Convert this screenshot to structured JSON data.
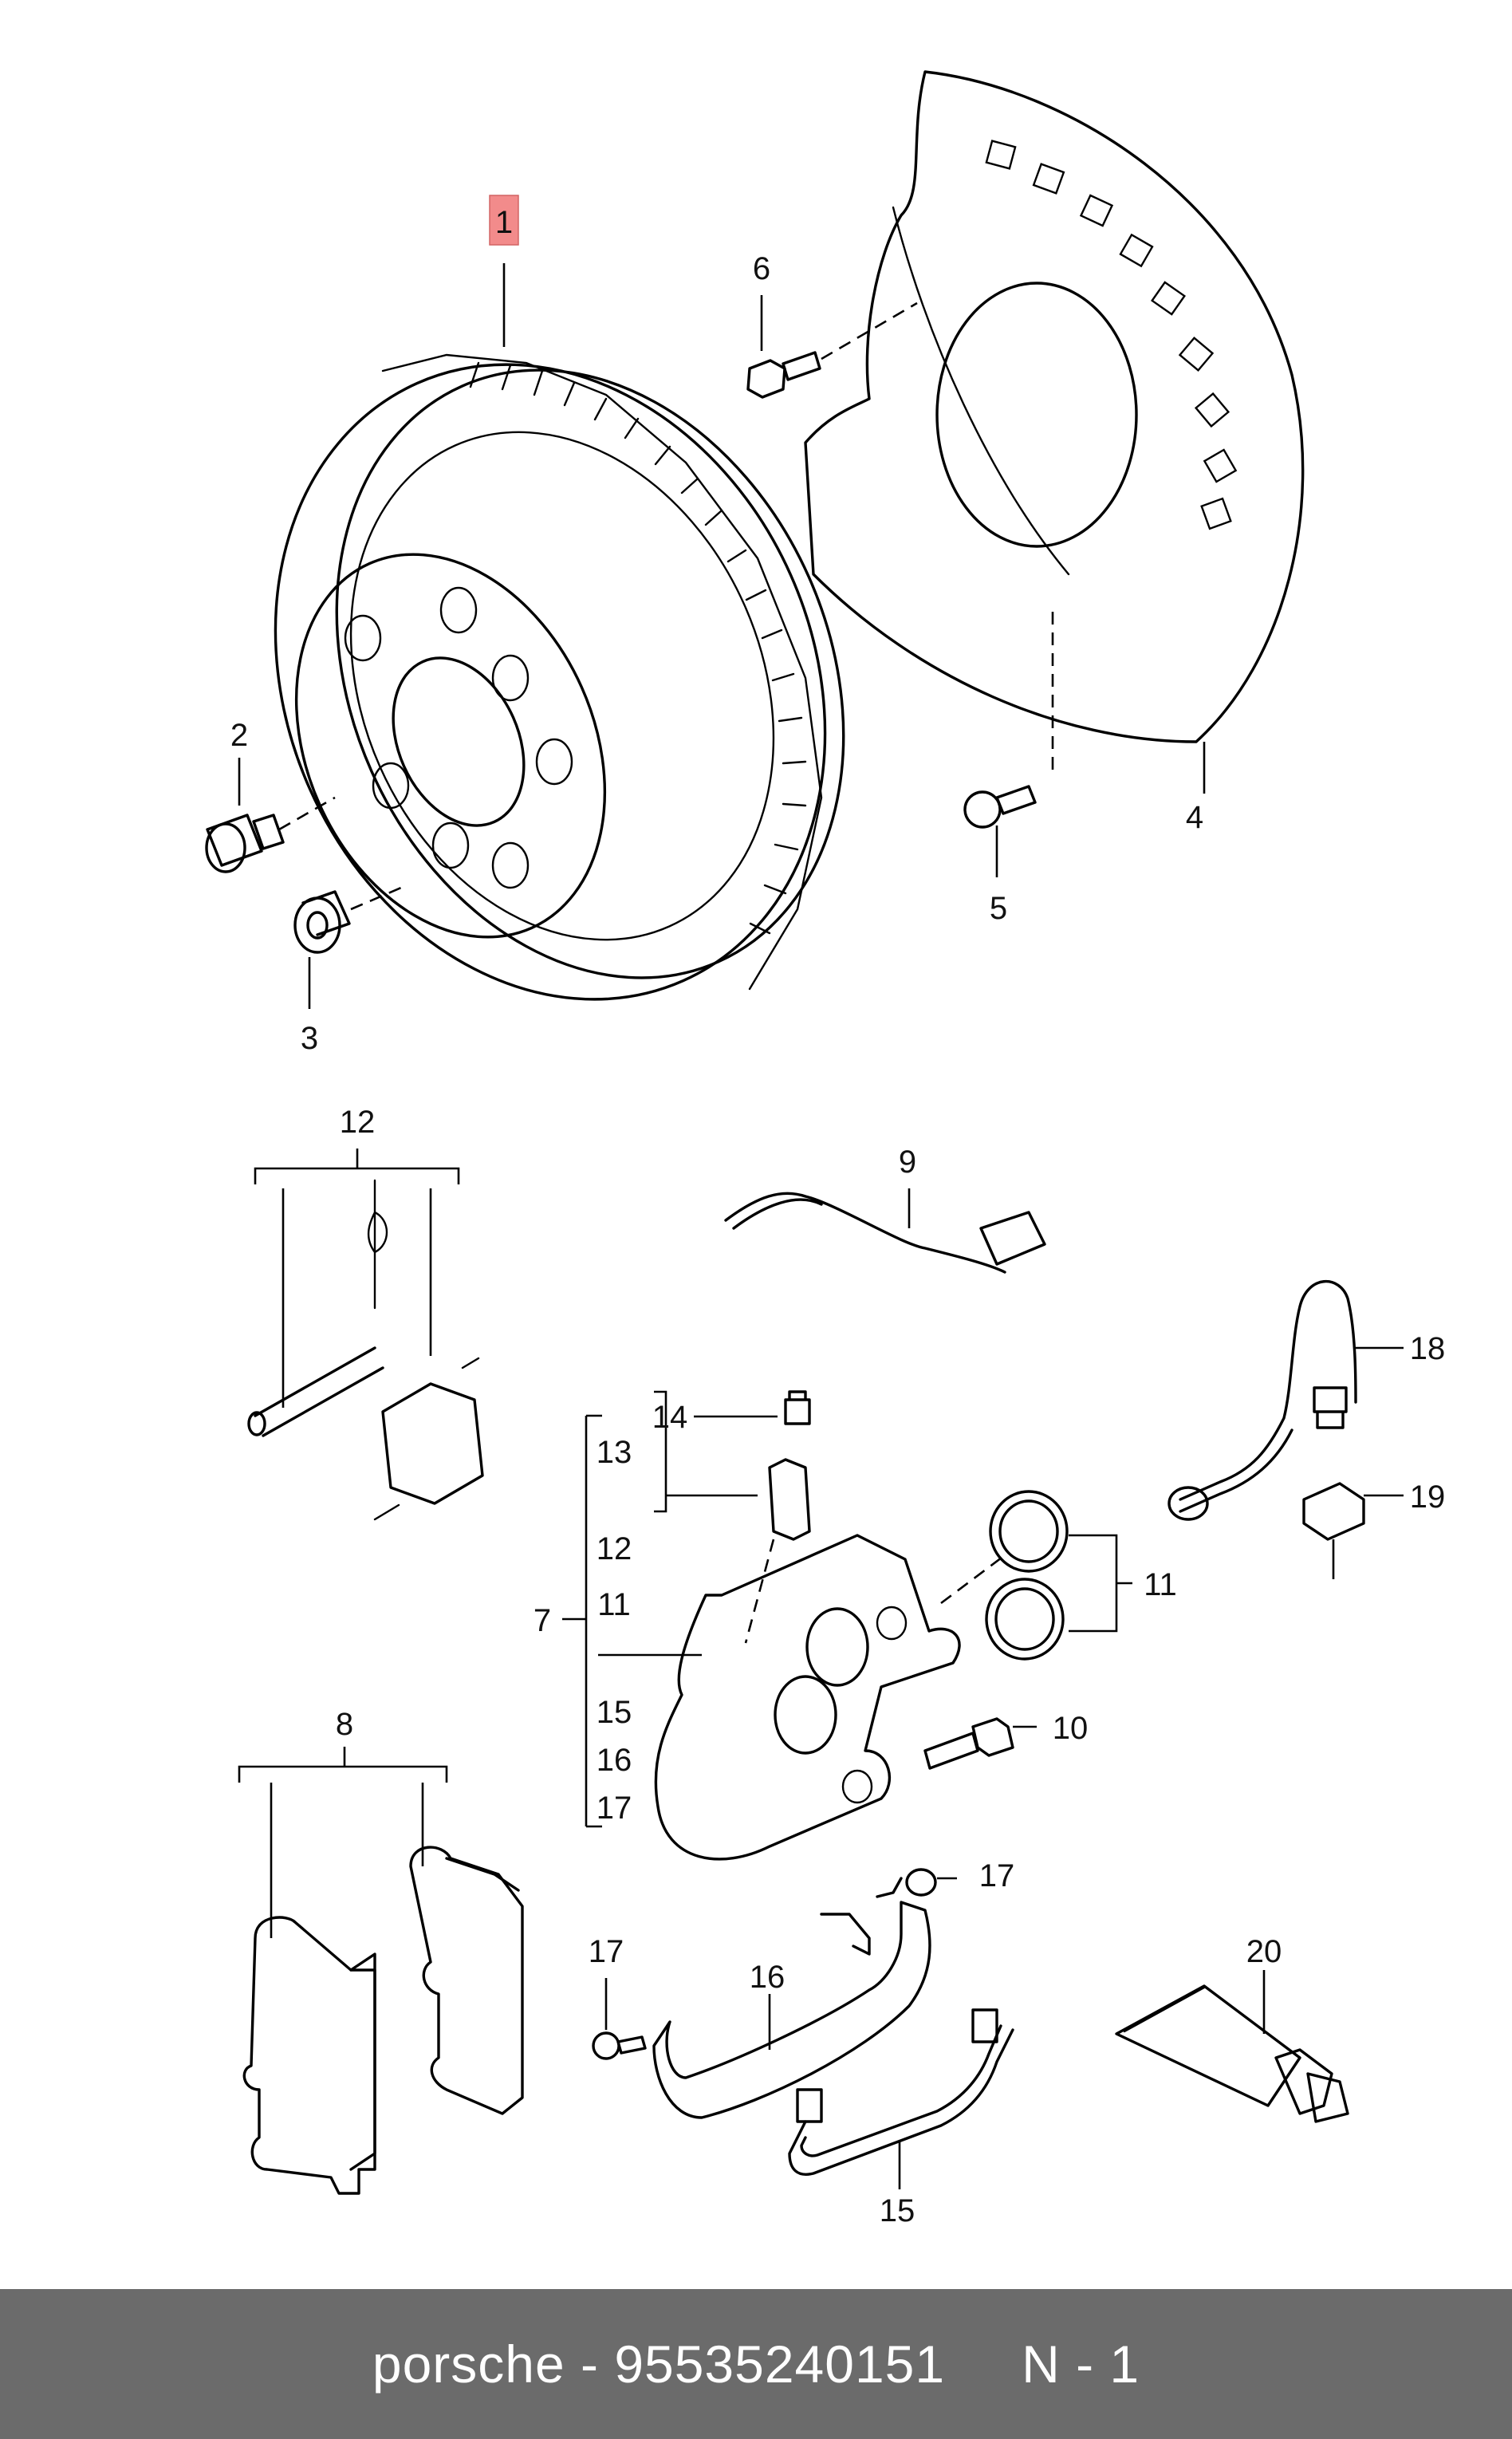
{
  "callouts": {
    "c1": "1",
    "c2": "2",
    "c3": "3",
    "c4": "4",
    "c5": "5",
    "c6": "6",
    "c7": "7",
    "c8": "8",
    "c9": "9",
    "c10": "10",
    "c11": "11",
    "c11b": "11",
    "c12": "12",
    "c12b": "12",
    "c13": "13",
    "c14": "14",
    "c15": "15",
    "c15b": "15",
    "c16": "16",
    "c16b": "16",
    "c17": "17",
    "c17b": "17",
    "c17c": "17",
    "c18": "18",
    "c19": "19",
    "c20": "20"
  },
  "highlight_color": "#f28b8b",
  "footer": {
    "part_text": "porsche - 95535240151",
    "qty_text": "N - 1",
    "background": "#6b6b6b"
  }
}
